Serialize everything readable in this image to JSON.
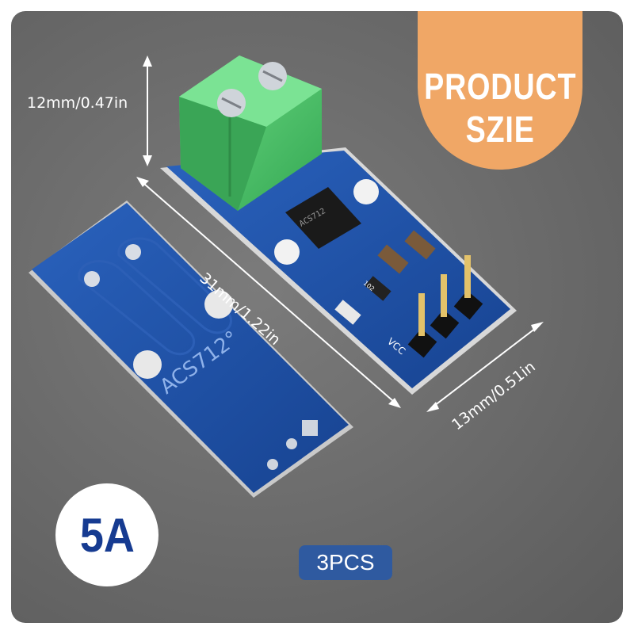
{
  "labels": {
    "product_title_line1": "PRODUCT",
    "product_title_line2": "SZIE",
    "height_dim": "12mm/0.47in",
    "length_dim": "31mm/1.22in",
    "width_dim": "13mm/0.51in",
    "current_rating": "5A",
    "quantity": "3PCS",
    "board_silk": "ACS712°",
    "chip_text": "ACS712",
    "pin_label": "VCC",
    "res_label": "102"
  },
  "colors": {
    "background": "#6b6b6b",
    "accent_orange": "#f0a766",
    "pcb_blue": "#1d4fa3",
    "terminal_green": "#4cc36a",
    "badge_blue": "#2f5aa0",
    "text_blue": "#163b91"
  }
}
